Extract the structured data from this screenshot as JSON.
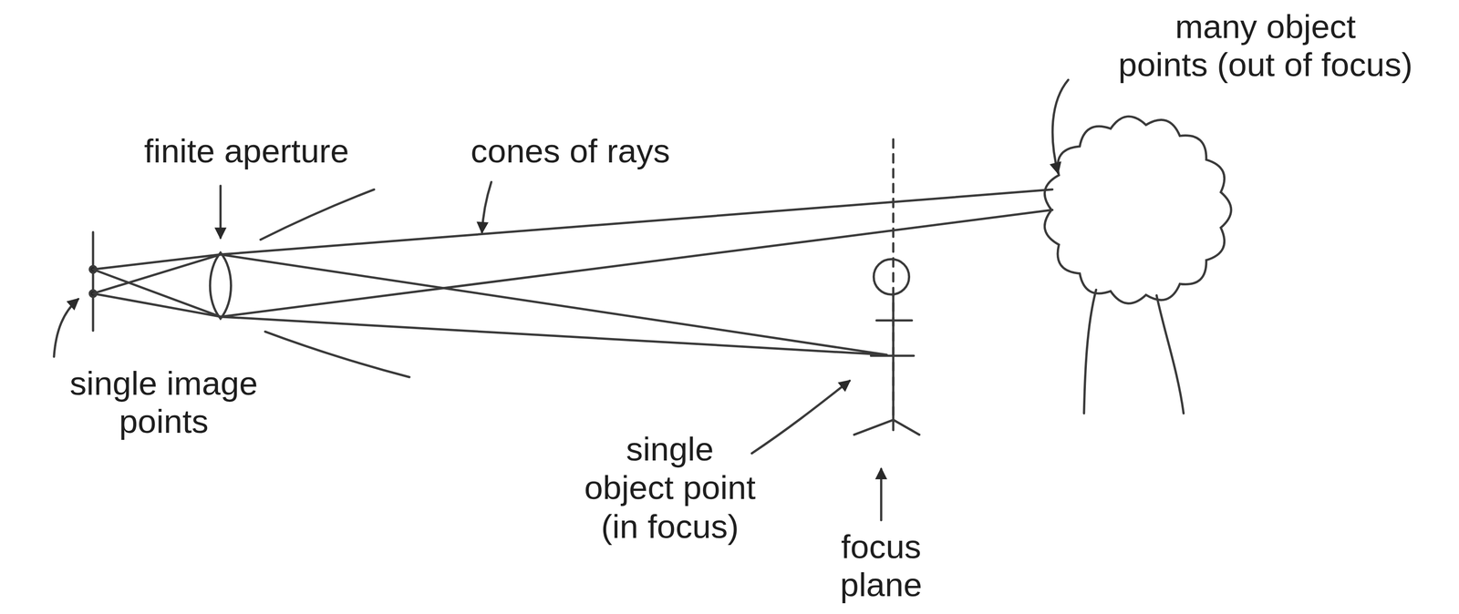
{
  "diagram": {
    "labels": [
      "many object points (out of focus)",
      "finite aperture",
      "cones of rays",
      "single image points",
      "single object point (in focus)",
      "focus plane"
    ]
  }
}
